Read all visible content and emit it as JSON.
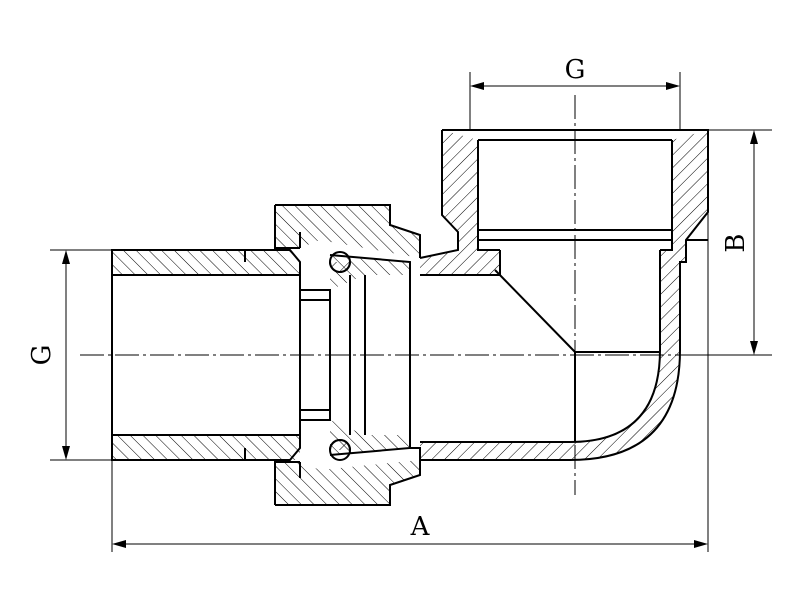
{
  "drawing": {
    "dimensions": {
      "top_thread": "G",
      "left_thread": "G",
      "height": "B",
      "length": "A"
    }
  }
}
